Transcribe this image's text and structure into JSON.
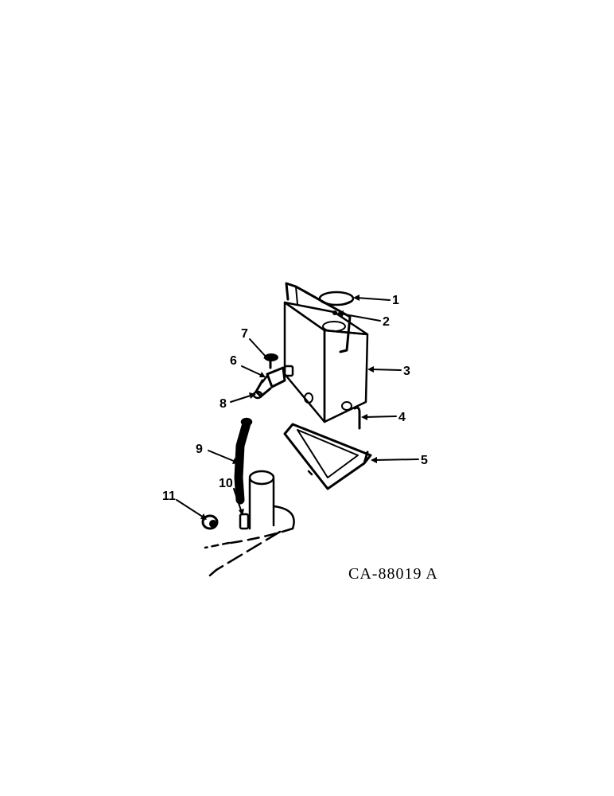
{
  "diagram": {
    "drawing_number": "CA-88019 A",
    "callouts": [
      "1",
      "2",
      "3",
      "4",
      "5",
      "6",
      "7",
      "8",
      "9",
      "10",
      "11"
    ]
  },
  "colors": {
    "ink": "#000000",
    "paper": "#ffffff"
  }
}
